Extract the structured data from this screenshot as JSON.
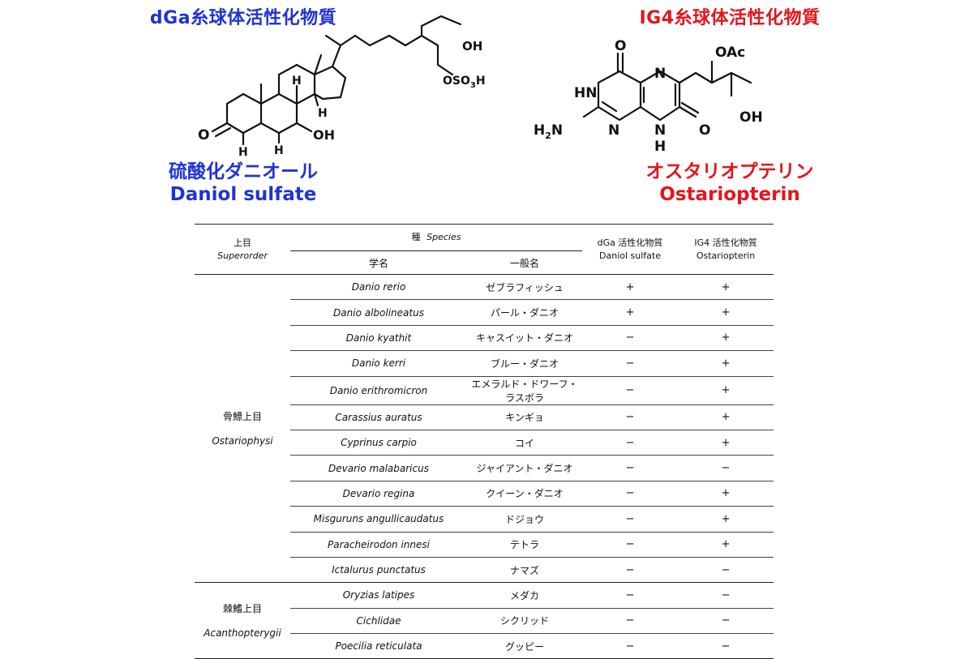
{
  "left_panel": {
    "title": "dGa糸球体活性化物質",
    "name_jp": "硫酸化ダニオール",
    "name_en": "Daniol sulfate",
    "atom_labels": {
      "o_ketone": "O",
      "h_upper_1": "H",
      "h_upper_2": "H",
      "h_lower": "H",
      "h_bottom": "H",
      "oh_ring": "OH",
      "oh_chain": "OH",
      "oso3h": "OSO",
      "oso3h_sub3": "3",
      "oso3h_h": "H"
    }
  },
  "right_panel": {
    "title": "IG4糸球体活性化物質",
    "name_jp": "オスタリオプテリン",
    "name_en": "Ostariopterin",
    "atom_labels": {
      "o_top": "O",
      "hn": "HN",
      "n_top": "N",
      "n_mid": "N",
      "h2n": "H",
      "h2n_sub": "2",
      "h2n_n": "N",
      "nh_n": "N",
      "nh_h": "H",
      "o_right": "O",
      "oac": "OAc",
      "oh": "OH"
    }
  },
  "table": {
    "headers": {
      "superorder_jp": "上目",
      "superorder_en": "Superorder",
      "species_jp": "種",
      "species_en": "Species",
      "sci_name": "学名",
      "common_name": "一般名",
      "dga_jp": "dGa 活性化物質",
      "dga_en": "Daniol sulfate",
      "ig4_jp": "IG4 活性化物質",
      "ig4_en": "Ostariopterin"
    },
    "groups": [
      {
        "jp": "骨鰾上目",
        "en": "Ostariophysi",
        "rows": [
          {
            "sci": "Danio rerio",
            "common": "ゼブラフィッシュ",
            "dga": "+",
            "ig4": "+"
          },
          {
            "sci": "Danio albolineatus",
            "common": "パール・ダニオ",
            "dga": "+",
            "ig4": "+"
          },
          {
            "sci": "Danio kyathit",
            "common": "キャスイット・ダニオ",
            "dga": "−",
            "ig4": "+"
          },
          {
            "sci": "Danio kerri",
            "common": "ブルー・ダニオ",
            "dga": "−",
            "ig4": "+"
          },
          {
            "sci": "Danio erithromicron",
            "common": "エメラルド・ドワーフ・ラスボラ",
            "dga": "−",
            "ig4": "+"
          },
          {
            "sci": "Carassius auratus",
            "common": "キンギョ",
            "dga": "−",
            "ig4": "+"
          },
          {
            "sci": "Cyprinus carpio",
            "common": "コイ",
            "dga": "−",
            "ig4": "+"
          },
          {
            "sci": "Devario malabaricus",
            "common": "ジャイアント・ダニオ",
            "dga": "−",
            "ig4": "−"
          },
          {
            "sci": "Devario regina",
            "common": "クイーン・ダニオ",
            "dga": "−",
            "ig4": "+"
          },
          {
            "sci": "Misguruns angullicaudatus",
            "common": "ドジョウ",
            "dga": "−",
            "ig4": "+"
          },
          {
            "sci": "Paracheirodon innesi",
            "common": "テトラ",
            "dga": "−",
            "ig4": "+"
          },
          {
            "sci": "Ictalurus punctatus",
            "common": "ナマズ",
            "dga": "−",
            "ig4": "−"
          }
        ]
      },
      {
        "jp": "棘鰭上目",
        "en": "Acanthopterygii",
        "rows": [
          {
            "sci": "Oryzias latipes",
            "common": "メダカ",
            "dga": "−",
            "ig4": "−"
          },
          {
            "sci": "Cichlidae",
            "common": "シクリッド",
            "dga": "−",
            "ig4": "−"
          },
          {
            "sci": "Poecilia reticulata",
            "common": "グッピー",
            "dga": "−",
            "ig4": "−"
          }
        ]
      }
    ]
  },
  "colors": {
    "left_accent": "#1f33d6",
    "right_accent": "#e4151b"
  }
}
